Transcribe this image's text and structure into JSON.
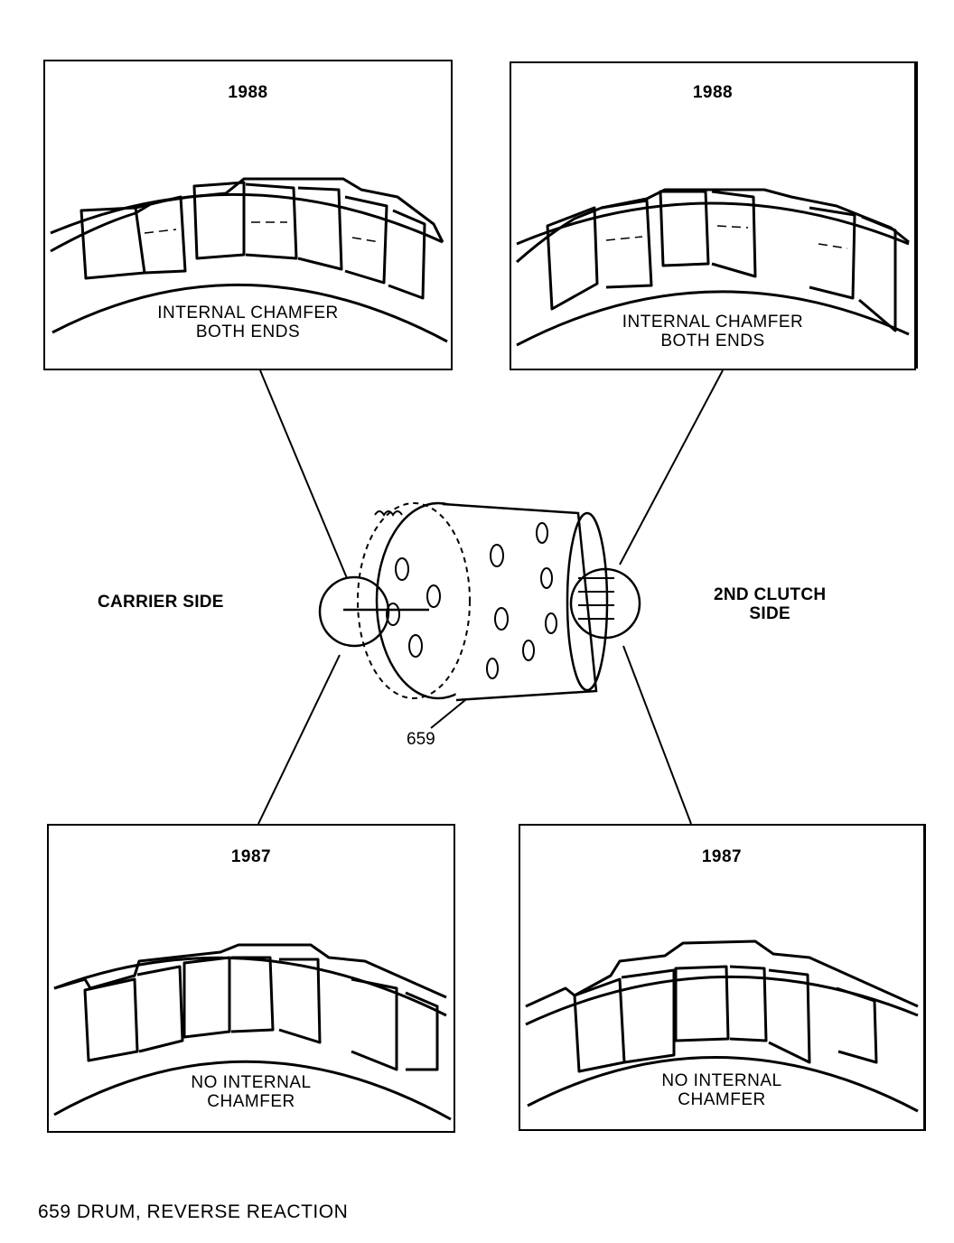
{
  "panels": {
    "top_left": {
      "year": "1988",
      "caption_line1": "INTERNAL CHAMFER",
      "caption_line2": "BOTH ENDS"
    },
    "top_right": {
      "year": "1988",
      "caption_line1": "INTERNAL CHAMFER",
      "caption_line2": "BOTH ENDS"
    },
    "bottom_left": {
      "year": "1987",
      "caption_line1": "NO INTERNAL",
      "caption_line2": "CHAMFER"
    },
    "bottom_right": {
      "year": "1987",
      "caption_line1": "NO INTERNAL",
      "caption_line2": "CHAMFER"
    }
  },
  "labels": {
    "carrier_side": "CARRIER SIDE",
    "clutch_side_line1": "2ND CLUTCH",
    "clutch_side_line2": "SIDE",
    "callout": "659"
  },
  "footer": "659  DRUM, REVERSE REACTION",
  "colors": {
    "ink": "#000000",
    "paper": "#ffffff"
  }
}
